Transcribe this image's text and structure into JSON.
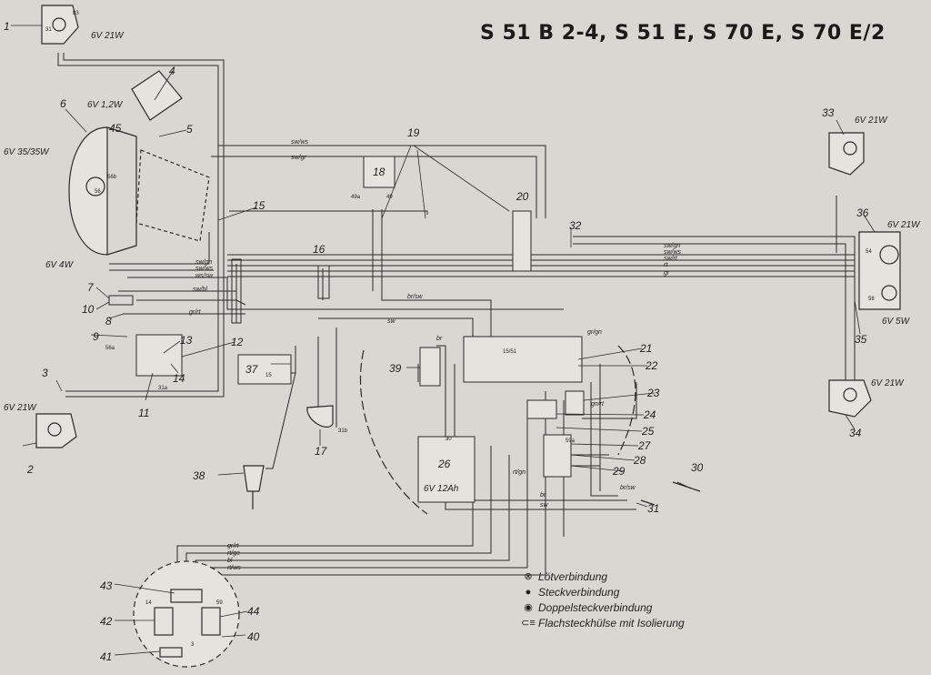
{
  "title": "S 51 B 2-4, S 51 E, S 70 E, S 70 E/2",
  "component_numbers": [
    "1",
    "2",
    "3",
    "4",
    "5",
    "6",
    "7",
    "8",
    "9",
    "10",
    "11",
    "12",
    "13",
    "14",
    "15",
    "16",
    "17",
    "18",
    "19",
    "20",
    "21",
    "22",
    "23",
    "24",
    "25",
    "26",
    "27",
    "28",
    "29",
    "30",
    "31",
    "32",
    "33",
    "34",
    "35",
    "36",
    "37",
    "38",
    "39",
    "40",
    "41",
    "42",
    "43",
    "44",
    "45"
  ],
  "ratings": {
    "front_left_blinker": "6V 21W",
    "rear_left_blinker": "6V 21W",
    "speedo_lamp": "6V 1,2W",
    "headlamp": "6V 35/35W",
    "parking_lamp": "6V 4W",
    "front_right_blinker": "6V 21W",
    "tail_lamp": "6V 21W",
    "rear_lamp": "6V 5W",
    "rear_right_blinker": "6V 21W",
    "battery": "6V 12Ah"
  },
  "wire_colors": [
    "sw/ws",
    "sw/gr",
    "sw/gn",
    "sw/ws",
    "ws/sw",
    "sw/bl",
    "gr/rt",
    "br/sw",
    "sw/gn",
    "sw/ws",
    "sw/rt",
    "rt",
    "gr",
    "gr/gn",
    "gn/rt",
    "br",
    "rt/gn",
    "gr/rt",
    "rt/ge",
    "bl",
    "rt/ws",
    "br/sw",
    "sw",
    "br",
    "sw"
  ],
  "terminal_labels": [
    "31",
    "83",
    "56b",
    "56a",
    "56",
    "30",
    "49a",
    "49",
    "15",
    "54",
    "58",
    "31b",
    "59a",
    "15/51",
    "59",
    "14",
    "3",
    "31a"
  ],
  "legend": [
    {
      "symbol": "⊗",
      "text": "Lötverbindung"
    },
    {
      "symbol": "●",
      "text": "Steckverbindung"
    },
    {
      "symbol": "◉",
      "text": "Doppelsteckverbindung"
    },
    {
      "symbol": "⊂≡",
      "text": "Flachsteckhülse mit Isolierung"
    }
  ]
}
